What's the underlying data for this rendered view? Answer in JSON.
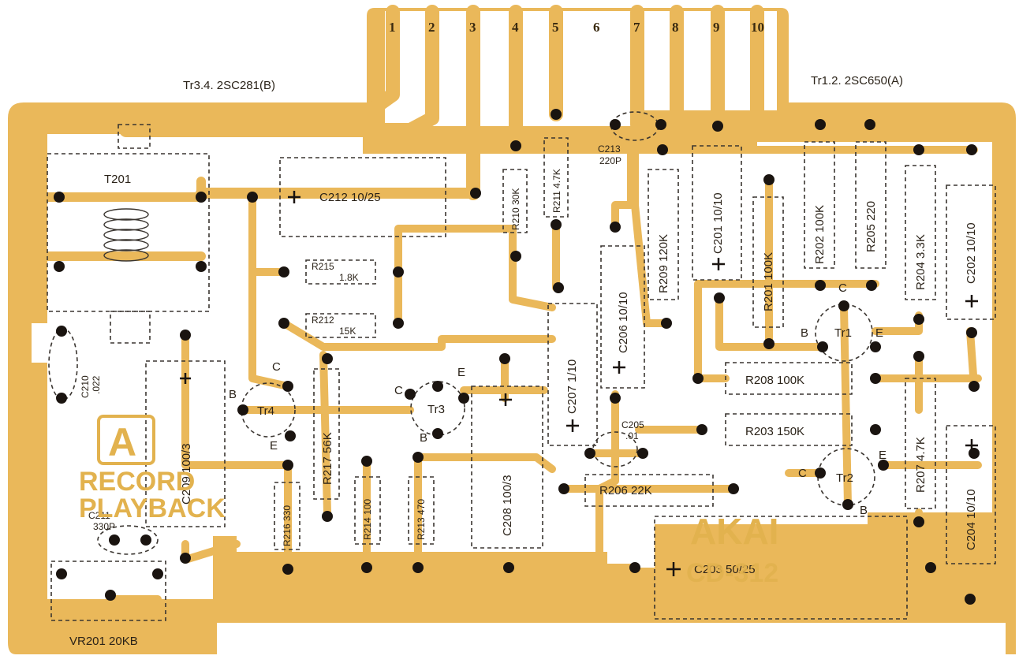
{
  "header": {
    "left_transistors": "Tr3.4. 2SC281(B)",
    "right_transistors": "Tr1.2. 2SC650(A)"
  },
  "connector_pins": [
    "1",
    "2",
    "3",
    "4",
    "5",
    "6",
    "7",
    "8",
    "9",
    "10"
  ],
  "components": {
    "T201": "T201",
    "C212": "C212 10/25",
    "R215": "R215",
    "R215_val": "1.8K",
    "R212": "R212",
    "R212_val": "15K",
    "R210": "R210 30K",
    "R211": "R211 4.7K",
    "C213": "C213",
    "C213_val": "220P",
    "R209": "R209 120K",
    "C201": "C201 10/10",
    "R201": "R201 100K",
    "R202": "R202 100K",
    "R205": "R205 220",
    "R204": "R204 3.3K",
    "C202": "C202 10/10",
    "C206": "C206 10/10",
    "C207": "C207 1/10",
    "R208": "R208 100K",
    "R203": "R203 150K",
    "C205": "C205",
    "C205_val": ".01",
    "R206": "R206 22K",
    "R207": "R207 4.7K",
    "C204": "C204 10/10",
    "C203": "C203 50/25",
    "C208": "C208 100/3",
    "R213": "R213 470",
    "R214": "R214 100",
    "R216": "R216 330",
    "R217": "R217 56K",
    "C209": "C209 100/3",
    "C210": "C210",
    "C210_val": ".022",
    "C211": "C211",
    "C211_val": "330P",
    "VR201": "VR201  20KB"
  },
  "transistors": {
    "tr1": "Tr1",
    "tr2": "Tr2",
    "tr3": "Tr3",
    "tr4": "Tr4",
    "b": "B",
    "c": "C",
    "e": "E"
  },
  "branding": {
    "logo_a": "A",
    "record": "RECORD",
    "playback": "PLAYBACK",
    "akai": "AKAI",
    "model": "CD-312"
  },
  "colors": {
    "copper": "#eab85a",
    "board": "#ffffff",
    "silkscreen": "#3a3530",
    "pad": "#1a1410"
  }
}
